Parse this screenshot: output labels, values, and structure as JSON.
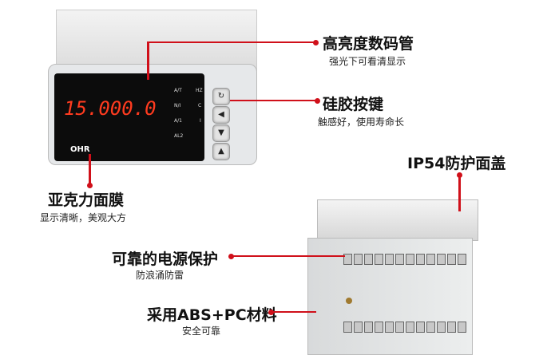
{
  "front_device": {
    "display_value": "15.000.0",
    "brand": "OHR",
    "indicators": [
      "A/T",
      "HZ",
      "N/I",
      "C",
      "A/1",
      "I",
      "AL2"
    ],
    "buttons": [
      "set-icon",
      "left-icon",
      "down-icon",
      "up-icon"
    ]
  },
  "callouts": [
    {
      "title": "高亮度数码管",
      "subtitle": "强光下可看清显示"
    },
    {
      "title": "硅胶按键",
      "subtitle": "触感好，使用寿命长"
    },
    {
      "title": "亚克力面膜",
      "subtitle": "显示清晰，美观大方"
    },
    {
      "title": "IP54防护面盖"
    },
    {
      "title": "可靠的电源保护",
      "subtitle": "防浪涌防雷"
    },
    {
      "title": "采用ABS+PC材料",
      "subtitle": "安全可靠"
    }
  ],
  "colors": {
    "accent": "#d0101a",
    "display": "#ff3b1f"
  }
}
